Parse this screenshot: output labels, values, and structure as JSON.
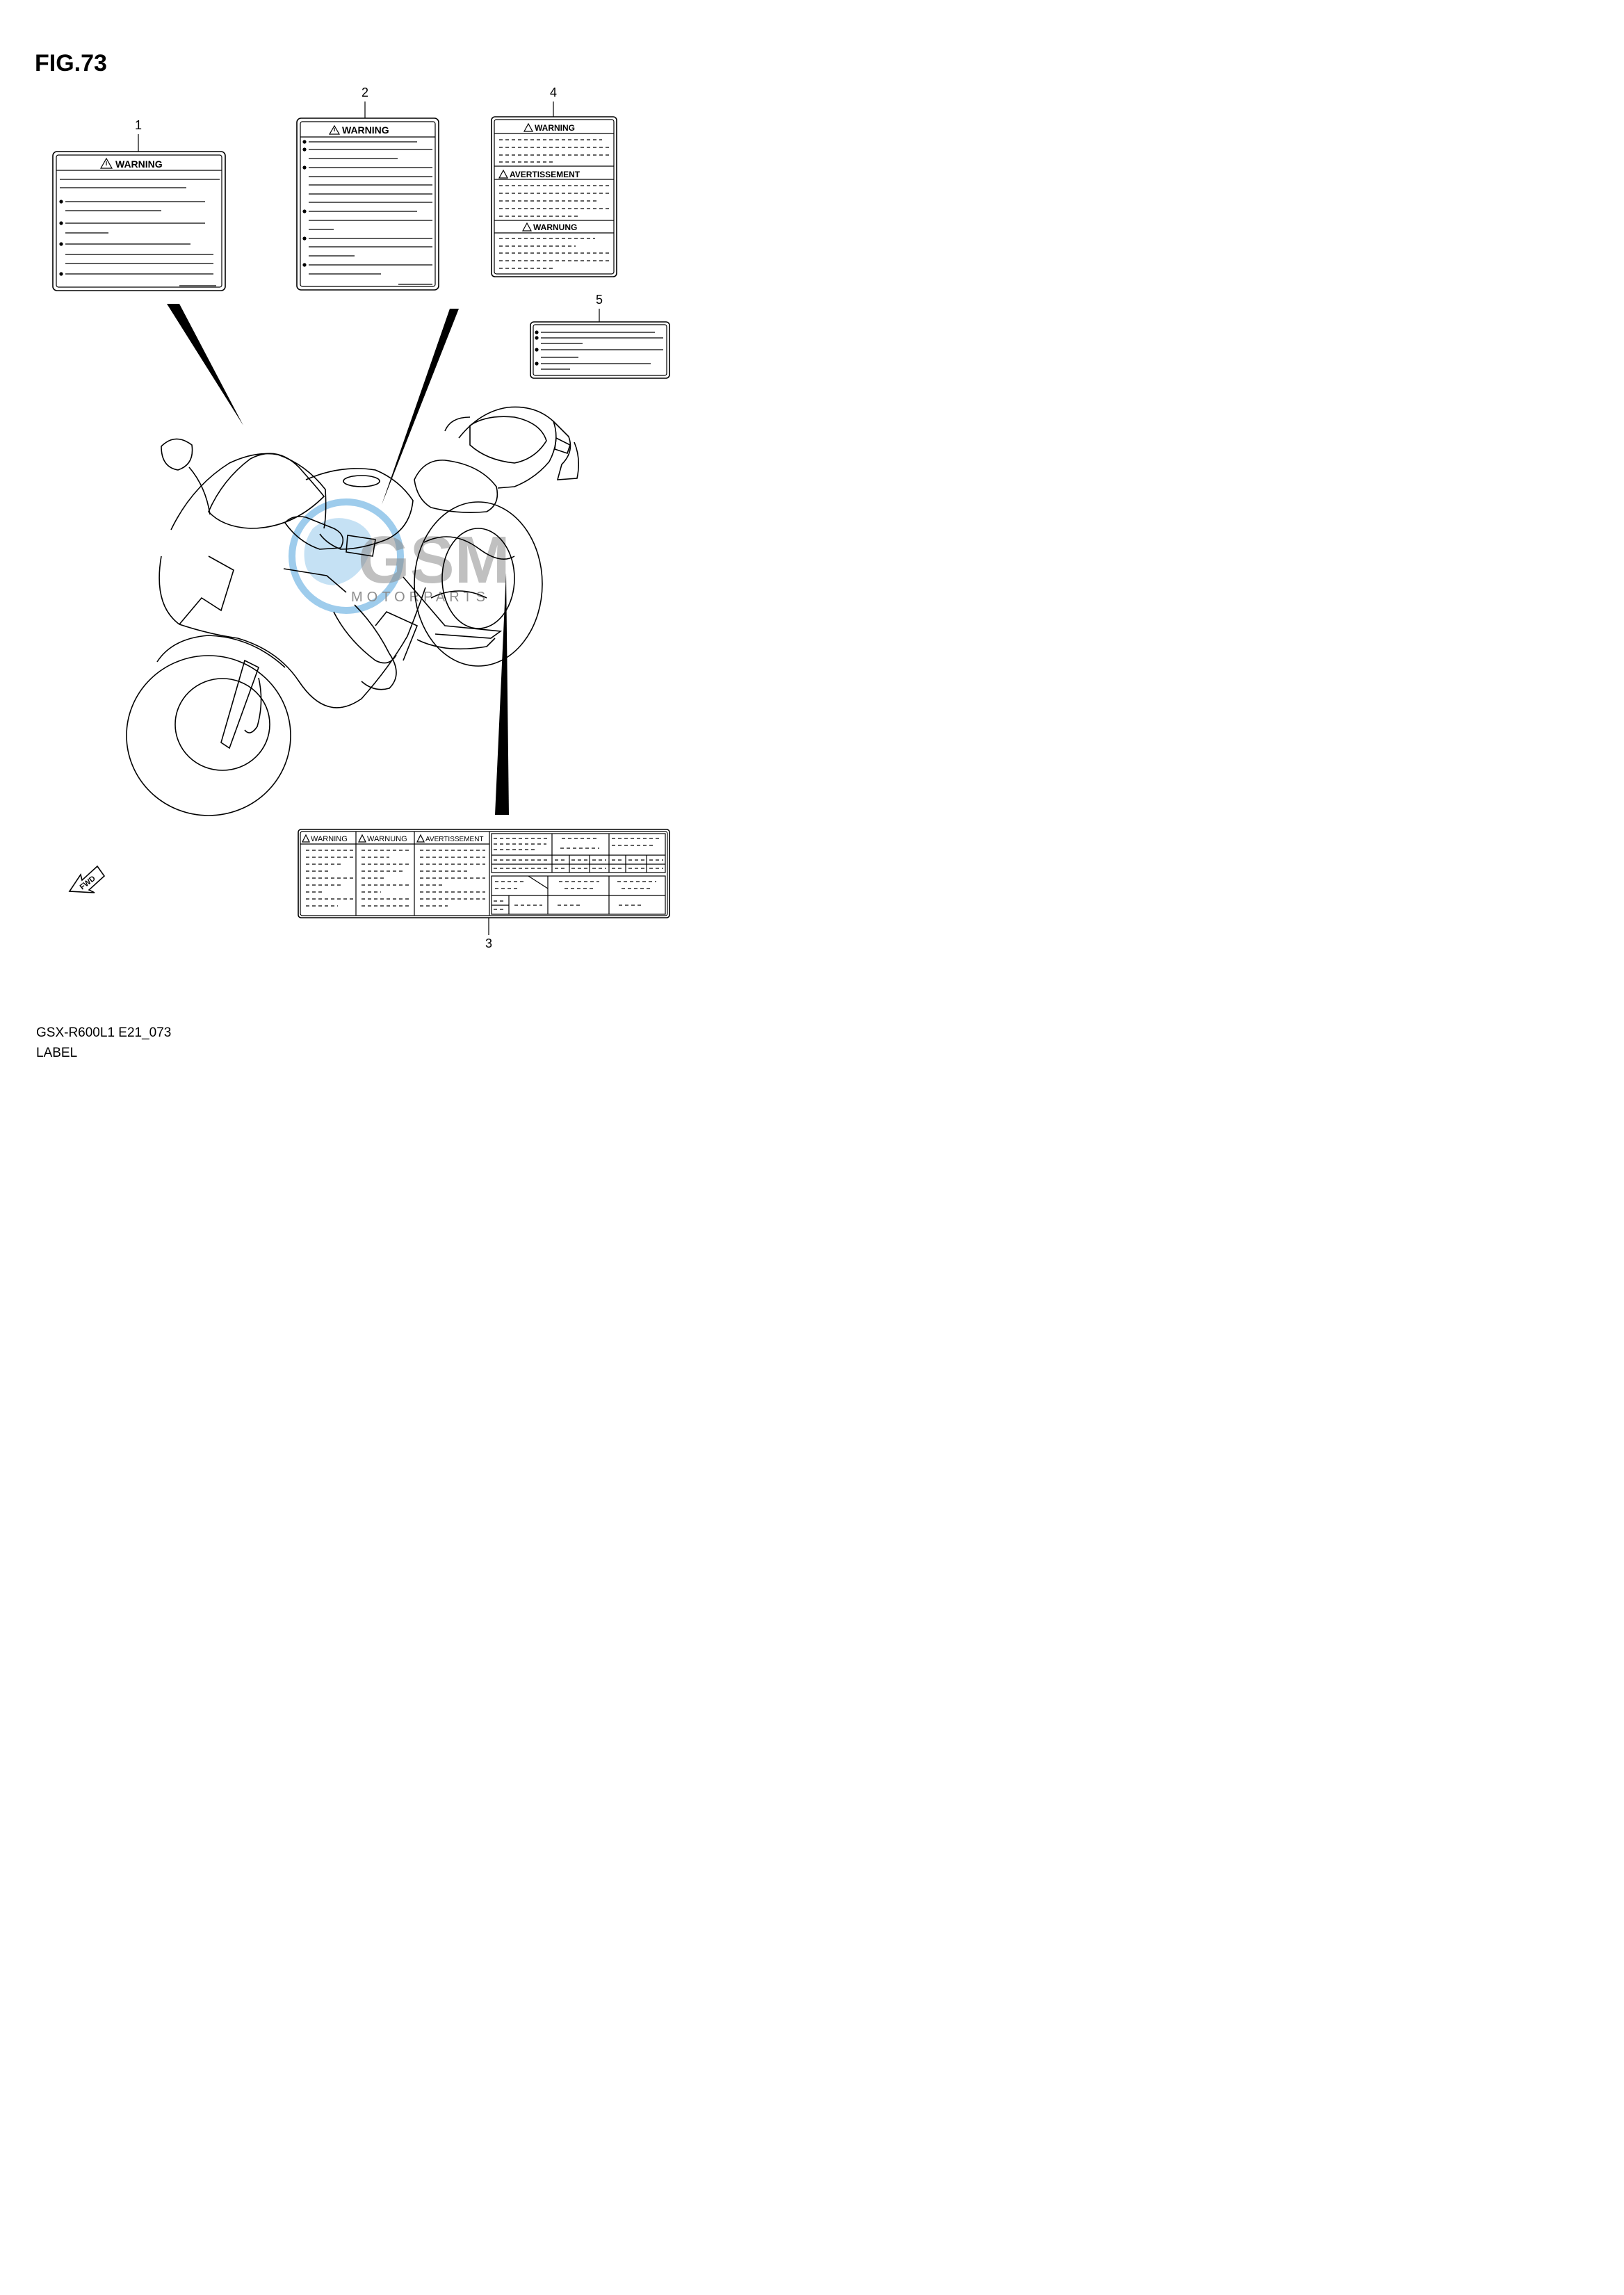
{
  "figure": {
    "title": "FIG.73"
  },
  "footer": {
    "model_code": "GSX-R600L1 E21_073",
    "section": "LABEL"
  },
  "callouts": [
    "1",
    "2",
    "3",
    "4",
    "5"
  ],
  "labels": {
    "label_1": {
      "heading": "WARNING"
    },
    "label_2": {
      "heading": "WARNING"
    },
    "label_4": {
      "headings": [
        "WARNING",
        "AVERTISSEMENT",
        "WARNUNG"
      ]
    },
    "label_3": {
      "headings": [
        "WARNING",
        "WARNUNG",
        "AVERTISSEMENT"
      ]
    }
  },
  "direction_marker": {
    "text": "FWD"
  },
  "watermark": {
    "text": "MOTORPARTS"
  },
  "colors": {
    "line": "#000000",
    "watermark": "#2a8fd6"
  }
}
